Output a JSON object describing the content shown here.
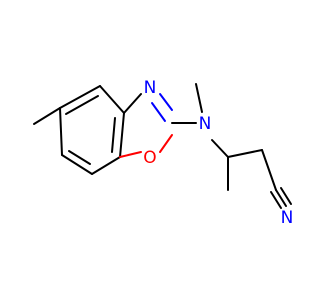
{
  "molecule": {
    "atoms": [
      {
        "id": "n_oxazole",
        "text": "N",
        "color": "#0000ff"
      },
      {
        "id": "o_oxazole",
        "text": "O",
        "color": "#ff0000"
      },
      {
        "id": "n_amine",
        "text": "N",
        "color": "#0000ff"
      },
      {
        "id": "n_nitrile",
        "text": "N",
        "color": "#0000ff"
      }
    ]
  }
}
